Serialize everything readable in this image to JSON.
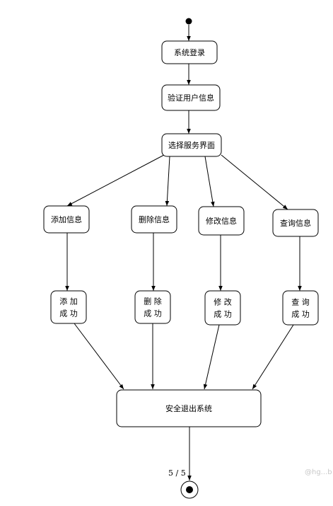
{
  "diagram": {
    "type": "activity-diagram",
    "nodes": [
      {
        "id": "login",
        "lines": [
          "系统登录"
        ]
      },
      {
        "id": "verify",
        "lines": [
          "验证用户信息"
        ]
      },
      {
        "id": "select",
        "lines": [
          "选择服务界面"
        ]
      },
      {
        "id": "add",
        "lines": [
          "添加信息"
        ]
      },
      {
        "id": "delete",
        "lines": [
          "删除信息"
        ]
      },
      {
        "id": "modify",
        "lines": [
          "修改信息"
        ]
      },
      {
        "id": "query",
        "lines": [
          "查询信息"
        ]
      },
      {
        "id": "add-ok",
        "lines": [
          "添  加",
          "成  功"
        ]
      },
      {
        "id": "delete-ok",
        "lines": [
          "删  除",
          "成  功"
        ]
      },
      {
        "id": "modify-ok",
        "lines": [
          "修  改",
          "成  功"
        ]
      },
      {
        "id": "query-ok",
        "lines": [
          "查  询",
          "成  功"
        ]
      },
      {
        "id": "exit",
        "lines": [
          "安全退出系统"
        ]
      }
    ],
    "edges": [
      [
        "start",
        "login"
      ],
      [
        "login",
        "verify"
      ],
      [
        "verify",
        "select"
      ],
      [
        "select",
        "add"
      ],
      [
        "select",
        "delete"
      ],
      [
        "select",
        "modify"
      ],
      [
        "select",
        "query"
      ],
      [
        "add",
        "add-ok"
      ],
      [
        "delete",
        "delete-ok"
      ],
      [
        "modify",
        "modify-ok"
      ],
      [
        "query",
        "query-ok"
      ],
      [
        "add-ok",
        "exit"
      ],
      [
        "delete-ok",
        "exit"
      ],
      [
        "modify-ok",
        "exit"
      ],
      [
        "query-ok",
        "exit"
      ],
      [
        "exit",
        "end"
      ]
    ]
  },
  "page_number": "5 / 5",
  "watermark": "@hg...b"
}
